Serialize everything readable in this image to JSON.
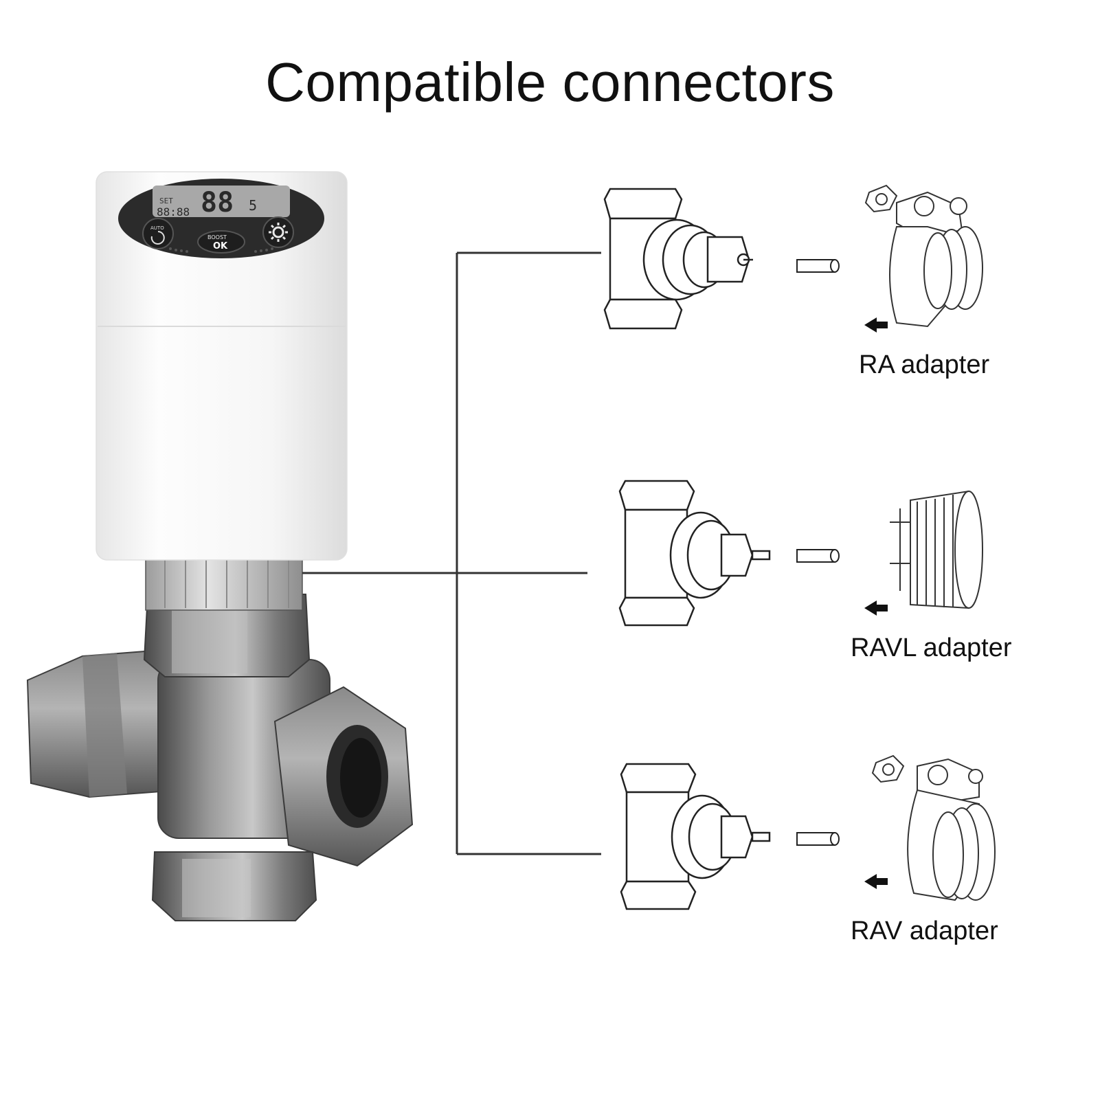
{
  "title": "Compatible connectors",
  "device": {
    "button_auto": "AUTO",
    "button_boost": "BOOST",
    "button_ok": "OK",
    "lcd_big_digits": "88",
    "lcd_decimal": "5",
    "lcd_time": "88:88",
    "lcd_set": "SET"
  },
  "adapters": [
    {
      "label": "RA adapter"
    },
    {
      "label": "RAVL adapter"
    },
    {
      "label": "RAV adapter"
    }
  ],
  "colors": {
    "line": "#333333",
    "device_body": "#f7f7f7",
    "lcd_bezel": "#2b2b2b",
    "lcd_screen": "#9a9a9a",
    "valve_metal": "#6e6e6e"
  }
}
